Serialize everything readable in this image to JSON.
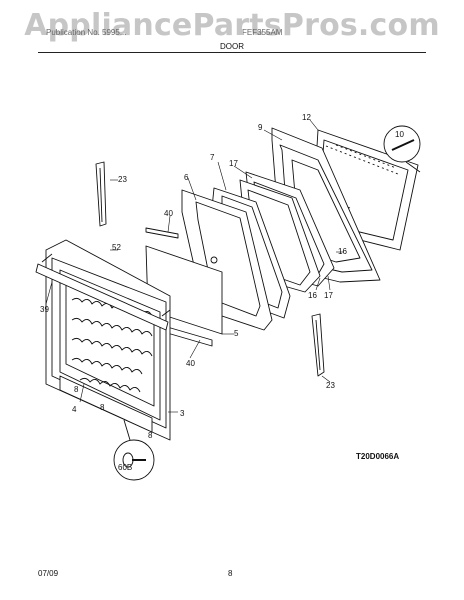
{
  "watermark": "AppliancePartsPros.com",
  "header": {
    "left_text": "Publication No. 5995...",
    "right_text": "FEF355AM",
    "section_title": "DOOR"
  },
  "diagram_code": "T20D0066A",
  "callouts": {
    "c3": "3",
    "c4": "4",
    "c5": "5",
    "c6": "6",
    "c7": "7",
    "c9": "9",
    "c10": "10",
    "c12": "12",
    "c16a": "16",
    "c16b": "16",
    "c17a": "17",
    "c17b": "17",
    "c23a": "23",
    "c23b": "23",
    "c39": "39",
    "c40a": "40",
    "c40b": "40",
    "c52": "52",
    "c60b": "60B",
    "c8": "8"
  },
  "footer": {
    "date": "07/09",
    "page_number": "8"
  }
}
